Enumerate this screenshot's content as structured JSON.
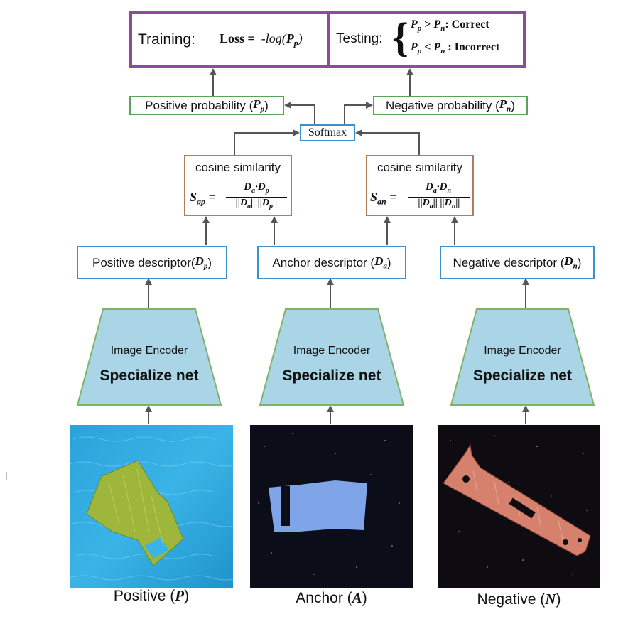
{
  "training": {
    "label": "Training:",
    "loss_label": "Loss =",
    "loss_expr": "-log(",
    "loss_var": "P",
    "loss_sub": "p",
    "loss_close": ")"
  },
  "testing": {
    "label": "Testing:",
    "cond1_left": "P",
    "cond1_left_sub": "p",
    "cond1_op": " > ",
    "cond1_right": "P",
    "cond1_right_sub": "n",
    "cond1_result": ": Correct",
    "cond2_left": "P",
    "cond2_left_sub": "p",
    "cond2_op": " < ",
    "cond2_right": "P",
    "cond2_right_sub": "n",
    "cond2_result": " : Incorrect"
  },
  "probabilities": {
    "positive_text": "Positive probability (",
    "positive_var": "P",
    "positive_sub": "p",
    "negative_text": "Negative probability (",
    "negative_var": "P",
    "negative_sub": "n",
    "close": ")"
  },
  "softmax": {
    "label": "Softmax"
  },
  "similarity_ap": {
    "title": "cosine similarity",
    "lhs": "S",
    "lhs_sub": "ap",
    "num_a": "D",
    "num_a_sub": "a",
    "num_b": "D",
    "num_b_sub": "p",
    "den": "||D",
    "den_a_sub": "a",
    "den_mid": "|| ||D",
    "den_b_sub": "p",
    "den_end": "||"
  },
  "similarity_an": {
    "title": "cosine similarity",
    "lhs": "S",
    "lhs_sub": "an",
    "num_a": "D",
    "num_a_sub": "a",
    "num_b": "D",
    "num_b_sub": "n",
    "den": "||D",
    "den_a_sub": "a",
    "den_mid": "|| ||D",
    "den_b_sub": "n",
    "den_end": "||"
  },
  "descriptors": {
    "positive_text": "Positive descriptor(",
    "positive_var": "D",
    "positive_sub": "p",
    "anchor_text": "Anchor descriptor (",
    "anchor_var": "D",
    "anchor_sub": "a",
    "negative_text": "Negative descriptor (",
    "negative_var": "D",
    "negative_sub": "n",
    "close": ")"
  },
  "encoders": {
    "top_label": "Image Encoder",
    "bottom_label": "Specialize net"
  },
  "captions": {
    "positive_text": "Positive (",
    "positive_var": "P",
    "anchor_text": "Anchor (",
    "anchor_var": "A",
    "negative_text": "Negative (",
    "negative_var": "N",
    "close": ")"
  },
  "colors": {
    "purple_border": "#8e4a9b",
    "green_border": "#5aa25a",
    "blue_border": "#3f8fcf",
    "brown_border": "#b07d5a",
    "encoder_fill": "#a9d5e6",
    "encoder_stroke": "#7fb36a",
    "arrow": "#555555"
  }
}
